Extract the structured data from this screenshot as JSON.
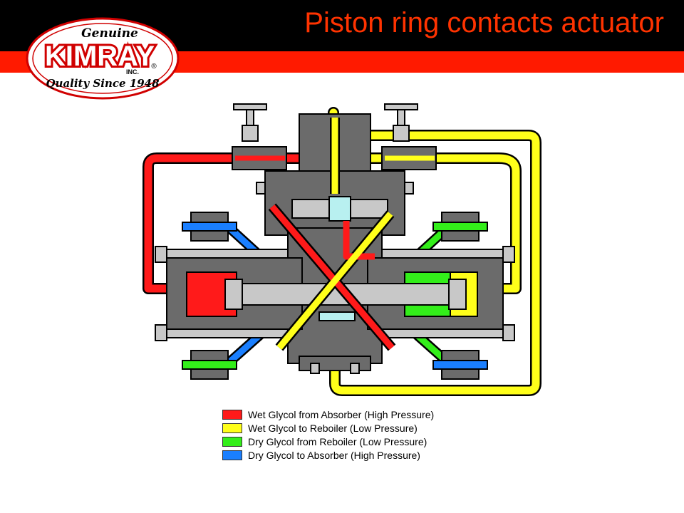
{
  "header": {
    "title": "Piston ring contacts actuator"
  },
  "logo": {
    "top_text": "Genuine",
    "brand": "KIMRAY",
    "sub": "INC.",
    "registered": "®",
    "tagline": "Quality Since 1948"
  },
  "colors": {
    "header_black": "#000000",
    "header_red": "#ff1a00",
    "title": "#ff3300",
    "wet_high": "#ff1a1a",
    "wet_low": "#ffff1a",
    "dry_low": "#33ee1a",
    "dry_high": "#1a7fff",
    "body_gray": "#6b6b6b",
    "rod_gray": "#c8c8c8"
  },
  "legend": [
    {
      "label": "Wet Glycol from Absorber (High Pressure)",
      "color": "#ff1a1a"
    },
    {
      "label": "Wet Glycol to Reboiler (Low Pressure)",
      "color": "#ffff1a"
    },
    {
      "label": "Dry Glycol from Reboiler (Low Pressure)",
      "color": "#33ee1a"
    },
    {
      "label": "Dry Glycol to Absorber (High Pressure)",
      "color": "#1a7fff"
    }
  ]
}
